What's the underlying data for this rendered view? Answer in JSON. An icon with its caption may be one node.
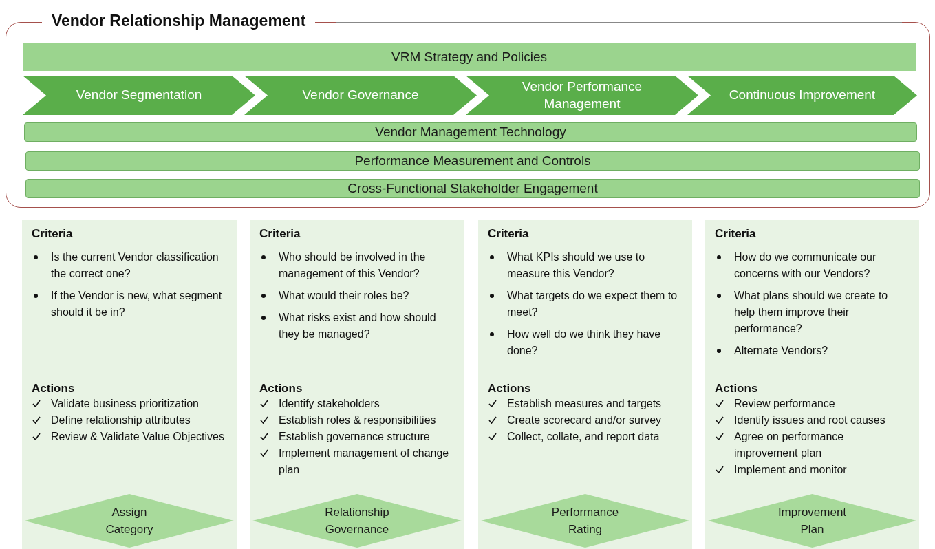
{
  "diagram": {
    "nodes": [
      {
        "text": [
          "Vendor Relationship Management"
        ]
      },
      {
        "text": [
          "VRM Strategy and Policies"
        ],
        "in": 0
      },
      {
        "text": [
          "Vendor Segmentation"
        ],
        "in": 0
      },
      {
        "text": [
          "Vendor Governance"
        ],
        "in": 0
      },
      {
        "text": [
          "Vendor Performance Management"
        ],
        "in": 0
      },
      {
        "text": [
          "Continuous Improvement"
        ],
        "in": 0
      },
      {
        "text": [
          "Vendor Management Technology"
        ],
        "in": 0
      },
      {
        "text": [
          "Performance Measurement and Controls"
        ],
        "in": 0
      },
      {
        "text": [
          "Cross-Functional Stakeholder Engagement"
        ],
        "in": 0
      },
      {
        "text": [
          "Criteria",
          "Is the current Vendor classification the correct one?",
          "If the Vendor is new, what segment should it be in?",
          "Actions",
          "Validate business prioritization",
          "Define relationship attributes",
          "Review & Validate Value Objectives"
        ]
      },
      {
        "text": [
          "Assign Category"
        ],
        "in": 9
      },
      {
        "text": [
          "Criteria",
          "Who should be involved in the management of this Vendor?",
          "What would their roles be?",
          "What risks exist and how should they be managed?",
          "Actions",
          "Identify stakeholders",
          "Establish roles & responsibilities",
          "Establish governance structure",
          "Implement management of change plan"
        ]
      },
      {
        "text": [
          "Relationship Governance"
        ],
        "in": 11
      },
      {
        "text": [
          "Criteria",
          "What KPIs should we use to measure this Vendor?",
          "What targets do we expect them to meet?",
          "How well do we think they have done?",
          "Actions",
          "Establish measures and targets",
          "Create scorecard and/or survey",
          "Collect, collate, and report data"
        ]
      },
      {
        "text": [
          "Performance Rating"
        ],
        "in": 13
      },
      {
        "text": [
          "Criteria",
          "How do we communicate our concerns with our Vendors?",
          "What plans should we create to help them improve their performance?",
          "Alternate Vendors?",
          "Actions",
          "Review performance",
          "Identify issues and root causes",
          "Agree on performance improvement plan",
          "Implement and monitor"
        ]
      },
      {
        "text": [
          "Improvement Plan"
        ],
        "in": 15
      }
    ]
  }
}
